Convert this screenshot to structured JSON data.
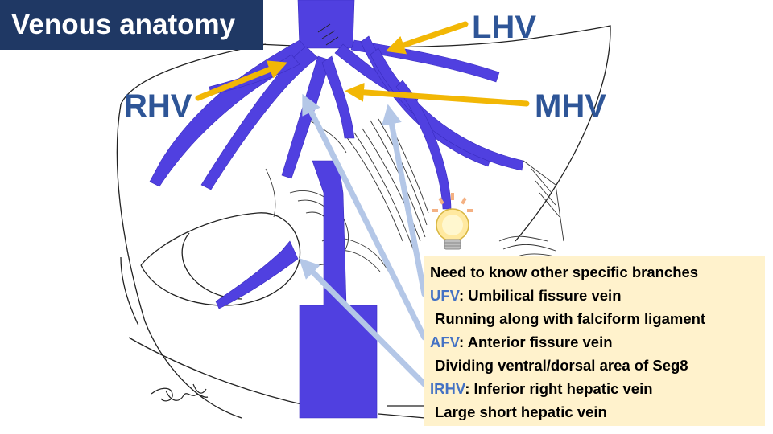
{
  "title": "Venous anatomy",
  "labels": {
    "lhv": "LHV",
    "rhv": "RHV",
    "mhv": "MHV"
  },
  "info": {
    "heading": "Need to know other specific branches",
    "items": [
      {
        "abbr": "UFV",
        "definition": ": Umbilical fissure vein",
        "note": "Running along with falciform ligament"
      },
      {
        "abbr": "AFV",
        "definition": ": Anterior fissure vein",
        "note": "Dividing ventral/dorsal area of Seg8"
      },
      {
        "abbr": "IRHV",
        "definition": ": Inferior right hepatic vein",
        "note": "Large short hepatic vein"
      }
    ]
  },
  "colors": {
    "title_bg": "#1f3864",
    "label_text": "#2e5597",
    "vein_fill": "#5040e0",
    "callout_arrow": "#f2b705",
    "pointer_arrow": "#b4c7e7",
    "info_bg": "#fff2cc",
    "abbr_text": "#4472c4"
  },
  "icons": {
    "idea": "lightbulb-icon"
  }
}
